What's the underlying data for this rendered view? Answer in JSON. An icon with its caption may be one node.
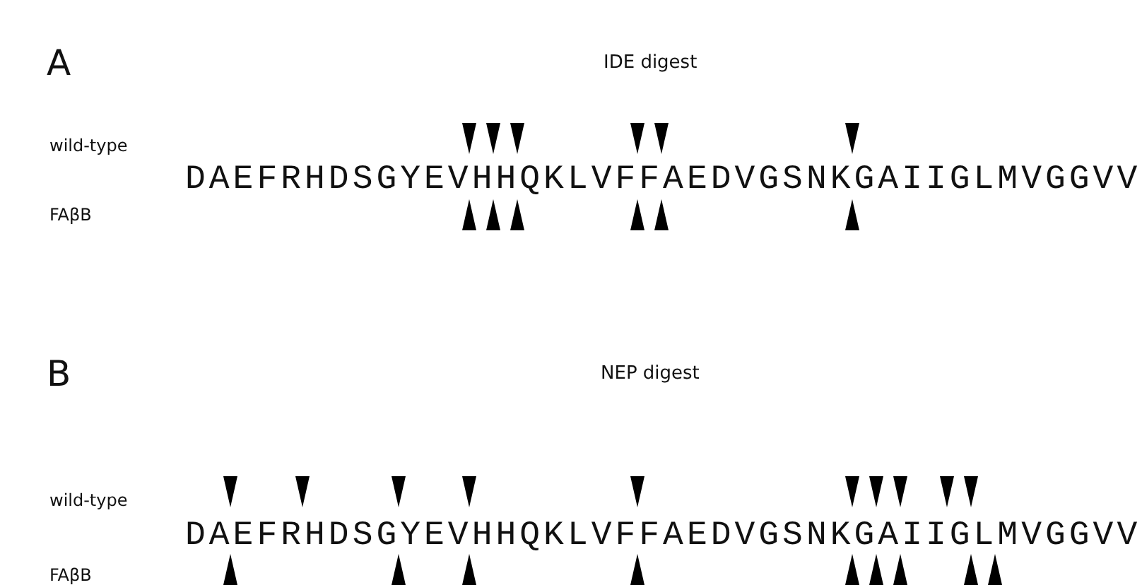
{
  "diagram": {
    "labels": [
      "A",
      "IDE digest",
      "wild-type",
      "DAEFRHDSGYEVHHQKLVFFAEDVGSNKGAIIGLMVGGVV",
      "FAβB",
      "B",
      "NEP digest",
      "wild-type",
      "DAEFRHDSGYEVHHQKLVFFAEDVGSNKGAIIGLMVGGVV",
      "FAβB"
    ]
  }
}
